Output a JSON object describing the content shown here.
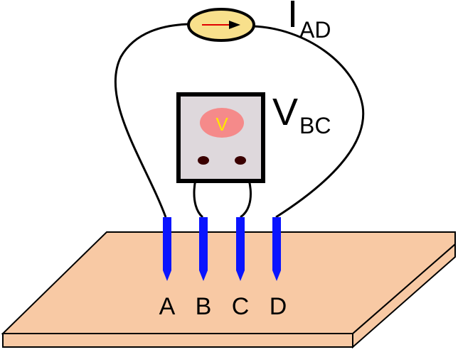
{
  "labels": {
    "current_main": "I",
    "current_sub": "AD",
    "voltage_main": "V",
    "voltage_sub": "BC",
    "voltmeter_symbol": "V",
    "probes": [
      "A",
      "B",
      "C",
      "D"
    ]
  },
  "colors": {
    "background": "#ffffff",
    "sample_top": "#f8c9a4",
    "sample_side": "#f8c9a4",
    "outline": "#000000",
    "probe": "#0a14ff",
    "ammeter_face": "#f8e08c",
    "ammeter_needle": "#e00000",
    "voltmeter_body": "#ded8dc",
    "voltmeter_display": "#f58a8a",
    "voltmeter_symbol": "#ffe800",
    "terminal": "#3a0000"
  }
}
